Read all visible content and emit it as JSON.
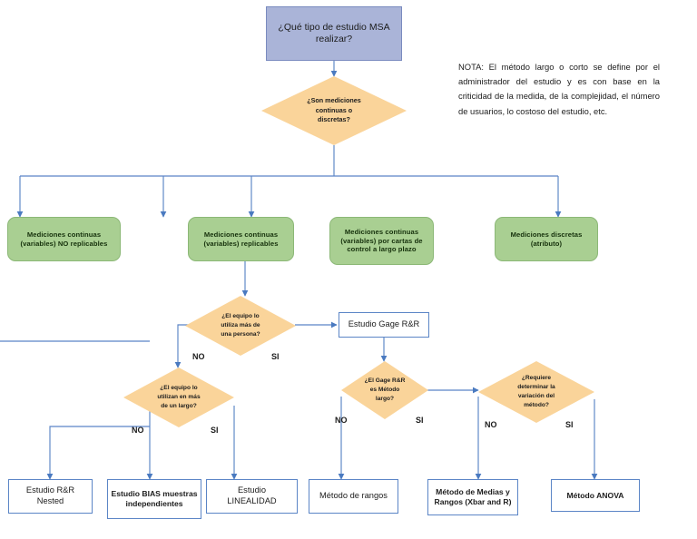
{
  "diagram": {
    "title_node": {
      "label": "¿Qué tipo de estudio MSA realizar?"
    },
    "note": "NOTA: El método largo o corto se define por el administrador del estudio y es con base en la criticidad de la medida, de la complejidad, el número de usuarios, lo costoso del estudio, etc.",
    "decisions": [
      {
        "id": "d1",
        "label": "¿Son mediciones\ncontinuas o\ndiscretas?"
      },
      {
        "id": "d2",
        "label": "¿El equipo lo\nutiliza más de\nuna persona?"
      },
      {
        "id": "d3",
        "label": "¿El equipo lo\nutilizan en más\nde un largo?"
      },
      {
        "id": "d4",
        "label": "¿El Gage R&R\nes Método\nlargo?"
      },
      {
        "id": "d5",
        "label": "¿Requiere\ndeterminar la\nvariación del\nmétodo?"
      }
    ],
    "categories": [
      {
        "id": "c1",
        "label": "Mediciones continuas\n(variables) NO replicables"
      },
      {
        "id": "c2",
        "label": "Mediciones continuas\n(variables) replicables"
      },
      {
        "id": "c3",
        "label": "Mediciones continuas\n(variables) por cartas de\ncontrol a largo plazo"
      },
      {
        "id": "c4",
        "label": "Mediciones discretas\n(atributo)"
      }
    ],
    "process": [
      {
        "id": "p1",
        "label": "Estudio Gage R&R"
      }
    ],
    "results": [
      {
        "id": "r1",
        "label": "Estudio R&R\nNested"
      },
      {
        "id": "r2",
        "label": "Estudio BIAS muestras\nindependientes"
      },
      {
        "id": "r3",
        "label": "Estudio\nLINEALIDAD"
      },
      {
        "id": "r4",
        "label": "Método de rangos"
      },
      {
        "id": "r5",
        "label": "Método de Medias y\nRangos (Xbar and R)"
      },
      {
        "id": "r6",
        "label": "Método ANOVA"
      }
    ],
    "branch_labels": [
      {
        "id": "b1",
        "label": "NO"
      },
      {
        "id": "b2",
        "label": "SI"
      },
      {
        "id": "b3",
        "label": "NO"
      },
      {
        "id": "b4",
        "label": "SI"
      },
      {
        "id": "b5",
        "label": "NO"
      },
      {
        "id": "b6",
        "label": "SI"
      },
      {
        "id": "b7",
        "label": "NO"
      },
      {
        "id": "b8",
        "label": "SI"
      }
    ],
    "colors": {
      "start_fill": "#aab4d8",
      "category_fill": "#a9cf92",
      "decision_fill": "#fad49a",
      "connector": "#5b85c6",
      "result_border": "#5b85c6"
    }
  }
}
